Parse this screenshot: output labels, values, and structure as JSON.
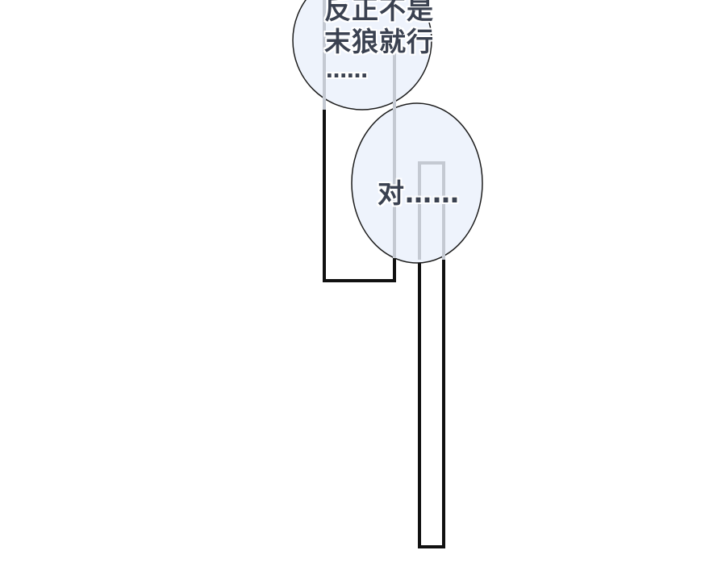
{
  "bubbles": {
    "top": {
      "line1": "反正不是",
      "line2": "末狼就行",
      "line3": "……"
    },
    "bottom": {
      "line1": "对……"
    }
  },
  "colors": {
    "background": "#ffffff",
    "bubble_fill": "#eef3fc",
    "bubble_stroke": "#1c1c1c",
    "text": "#3a4150",
    "frame_line": "#111111",
    "faded_line": "#c4c9d2"
  }
}
